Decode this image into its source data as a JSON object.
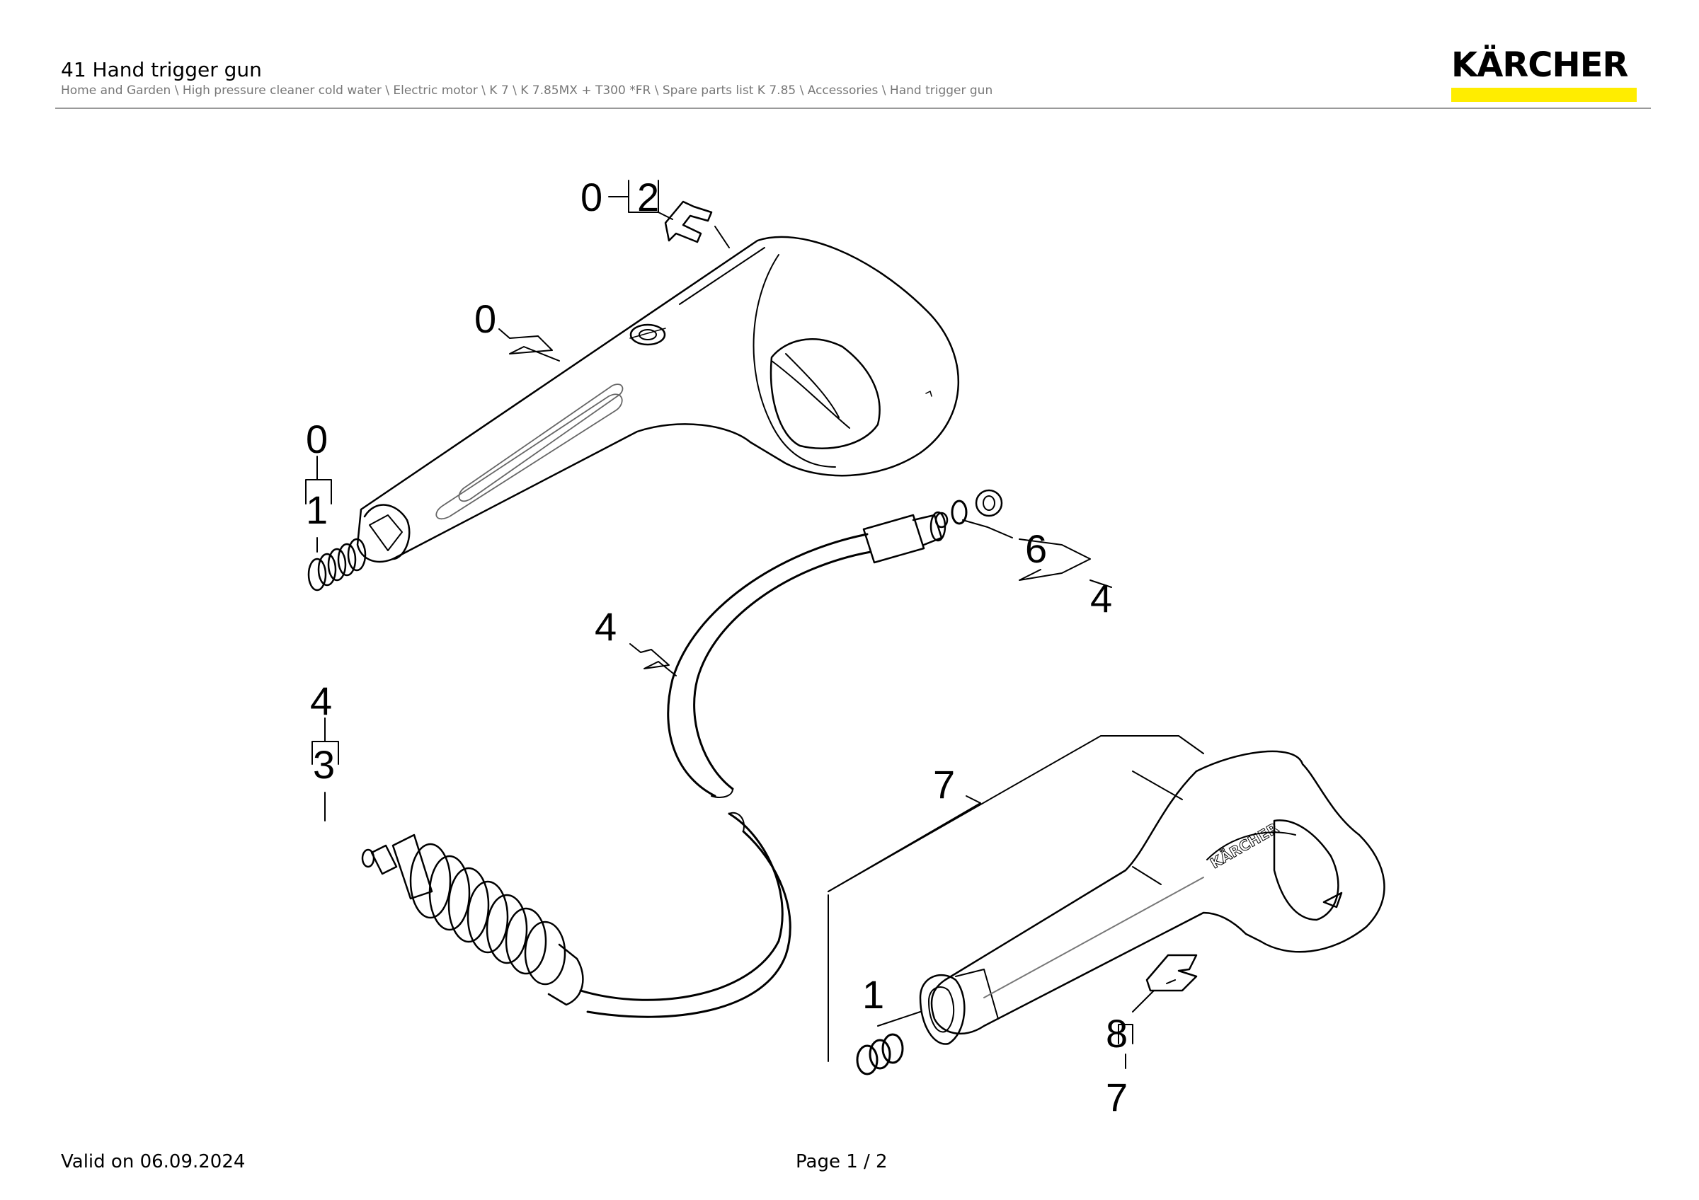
{
  "header": {
    "title": "41 Hand trigger gun",
    "breadcrumb": "Home and Garden \\ High pressure cleaner cold water \\ Electric motor \\ K 7 \\ K 7.85MX + T300 *FR \\ Spare parts list K 7.85 \\ Accessories \\ Hand trigger gun"
  },
  "logo": {
    "text": "KÄRCHER",
    "bar_color": "#ffed00"
  },
  "callouts": {
    "clip_ref": "0",
    "clip_num": "2",
    "body_ref": "0",
    "spring_ref": "0",
    "spring_num": "1",
    "hose_ref": "4",
    "ring_num": "6",
    "ring_ref": "4",
    "nozzle_ref": "4",
    "nozzle_num": "3",
    "gun_num": "7",
    "spring2_num": "1",
    "clip2_num": "8",
    "clip2_ref": "7"
  },
  "gun_label": "KÄRCHER",
  "footer": {
    "valid": "Valid on 06.09.2024",
    "page": "Page 1 / 2"
  }
}
